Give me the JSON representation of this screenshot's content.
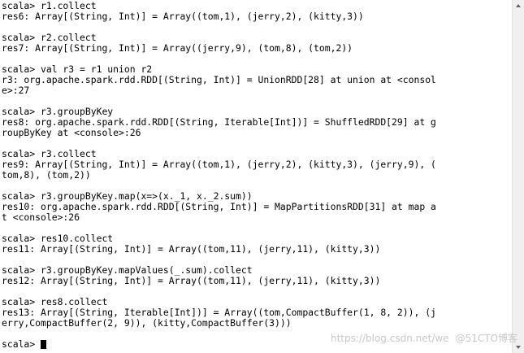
{
  "terminal": {
    "lines": [
      "scala> r1.collect",
      "res6: Array[(String, Int)] = Array((tom,1), (jerry,2), (kitty,3))",
      "",
      "scala> r2.collect",
      "res7: Array[(String, Int)] = Array((jerry,9), (tom,8), (tom,2))",
      "",
      "scala> val r3 = r1 union r2",
      "r3: org.apache.spark.rdd.RDD[(String, Int)] = UnionRDD[28] at union at <consol",
      "e>:27",
      "",
      "scala> r3.groupByKey",
      "res8: org.apache.spark.rdd.RDD[(String, Iterable[Int])] = ShuffledRDD[29] at g",
      "roupByKey at <console>:26",
      "",
      "scala> r3.collect",
      "res9: Array[(String, Int)] = Array((tom,1), (jerry,2), (kitty,3), (jerry,9), (",
      "tom,8), (tom,2))",
      "",
      "scala> r3.groupByKey.map(x=>(x._1, x._2.sum))",
      "res10: org.apache.spark.rdd.RDD[(String, Int)] = MapPartitionsRDD[31] at map a",
      "t <console>:26",
      "",
      "scala> res10.collect",
      "res11: Array[(String, Int)] = Array((tom,11), (jerry,11), (kitty,3))",
      "",
      "scala> r3.groupByKey.mapValues(_.sum).collect",
      "res12: Array[(String, Int)] = Array((tom,11), (jerry,11), (kitty,3))",
      "",
      "scala> res8.collect",
      "res13: Array[(String, Iterable[Int])] = Array((tom,CompactBuffer(1, 8, 2)), (j",
      "erry,CompactBuffer(2, 9)), (kitty,CompactBuffer(3)))",
      "",
      "scala> "
    ]
  },
  "watermark": {
    "url": "https://blog.csdn.net/we",
    "brand": "@51CTO博客"
  }
}
